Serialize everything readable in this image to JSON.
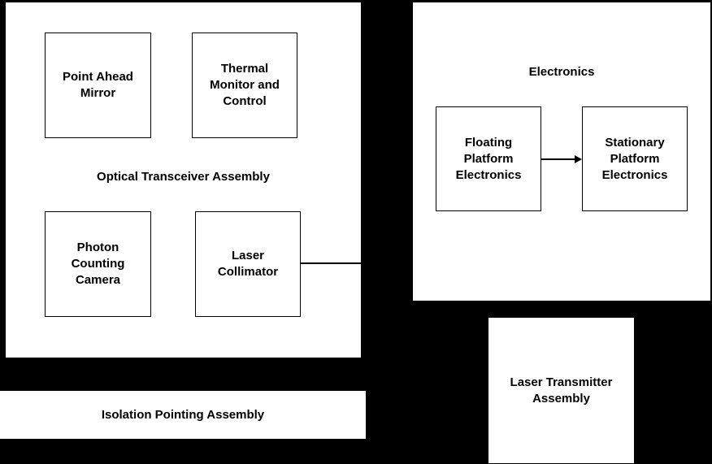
{
  "diagram": {
    "colors": {
      "background": "#000000",
      "panel_fill": "#ffffff",
      "line_color": "#000000",
      "text_color": "#000000"
    },
    "optical_transceiver_assembly": {
      "title": "Optical Transceiver Assembly",
      "boxes": [
        {
          "label": "Point Ahead Mirror"
        },
        {
          "label": "Thermal Monitor and Control"
        },
        {
          "label": "Photon Counting Camera"
        },
        {
          "label": "Laser Collimator"
        }
      ]
    },
    "electronics": {
      "title": "Electronics",
      "boxes": [
        {
          "label": "Floating Platform Electronics"
        },
        {
          "label": "Stationary Platform Electronics"
        }
      ],
      "connection": "floating-platform-to-stationary-platform-arrow"
    },
    "laser_transmitter_assembly": {
      "label": "Laser Transmitter Assembly"
    },
    "isolation_pointing_assembly": {
      "label": "Isolation Pointing Assembly"
    }
  }
}
